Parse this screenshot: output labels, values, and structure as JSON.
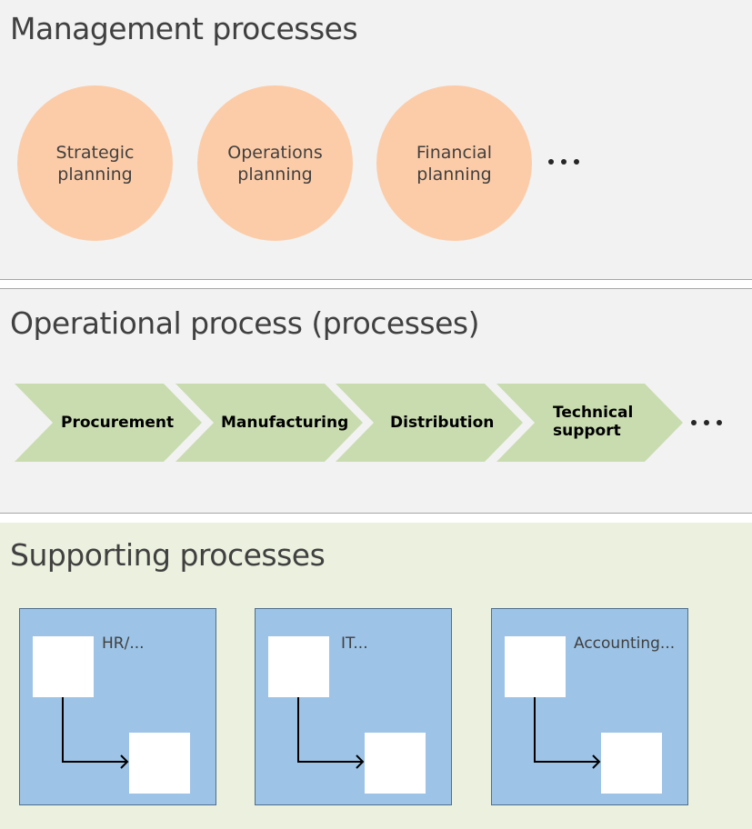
{
  "management": {
    "title": "Management processes",
    "items": [
      "Strategic\nplanning",
      "Operations\nplanning",
      "Financial\nplanning"
    ],
    "circle_color": "#fccca8"
  },
  "operational": {
    "title": "Operational process (processes)",
    "steps": [
      "Procurement",
      "Manufacturing",
      "Distribution",
      "Technical\nsupport"
    ],
    "chevron_color": "#c9dcb0"
  },
  "supporting": {
    "title": "Supporting processes",
    "boxes": [
      "HR/...",
      "IT...",
      "Accounting..."
    ],
    "box_color": "#9dc3e6",
    "background_color": "#ebf1de"
  }
}
